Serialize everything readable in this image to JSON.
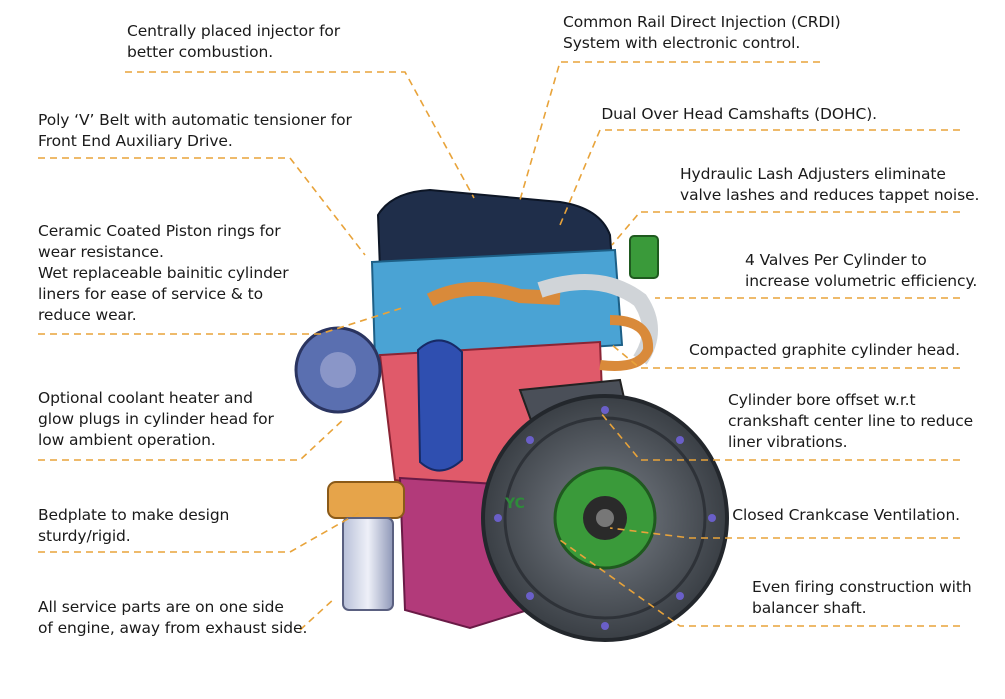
{
  "colors": {
    "leader": "#e8a33a",
    "text": "#1a1a1a",
    "head_blue": "#4aa3d4",
    "cam_cover": "#1f2e4a",
    "block_red": "#e05a6a",
    "bedplate_magenta": "#b23a7a",
    "flywheel_grey": "#5a6068",
    "damper_green": "#3a9a3a"
  },
  "engine_marking": "YC",
  "annotations": [
    {
      "id": "injector",
      "text": "Centrally placed injector for\nbetter combustion."
    },
    {
      "id": "crdi",
      "text": "Common Rail Direct Injection (CRDI)\nSystem with electronic control."
    },
    {
      "id": "belt",
      "text": "Poly ‘V’ Belt with automatic tensioner for\nFront End Auxiliary Drive."
    },
    {
      "id": "dohc",
      "text": "Dual Over Head Camshafts (DOHC)."
    },
    {
      "id": "lash",
      "text": "Hydraulic Lash Adjusters eliminate\nvalve lashes and reduces tappet noise."
    },
    {
      "id": "piston",
      "text": "Ceramic Coated Piston rings for\nwear resistance.\nWet replaceable bainitic cylinder\nliners for ease of service & to\nreduce wear."
    },
    {
      "id": "valves",
      "text": "4 Valves Per Cylinder to\nincrease volumetric efficiency."
    },
    {
      "id": "graphite",
      "text": "Compacted graphite cylinder head."
    },
    {
      "id": "coolant",
      "text": "Optional coolant heater and\nglow plugs in cylinder head for\nlow ambient operation."
    },
    {
      "id": "bore",
      "text": "Cylinder bore offset w.r.t\ncrankshaft center line to reduce\nliner vibrations."
    },
    {
      "id": "bedplate",
      "text": "Bedplate to make design\nsturdy/rigid."
    },
    {
      "id": "ccv",
      "text": "Closed Crankcase Ventilation."
    },
    {
      "id": "service",
      "text": "All service parts are on one side\nof engine, away from exhaust side."
    },
    {
      "id": "firing",
      "text": "Even firing construction with\nbalancer shaft."
    }
  ]
}
